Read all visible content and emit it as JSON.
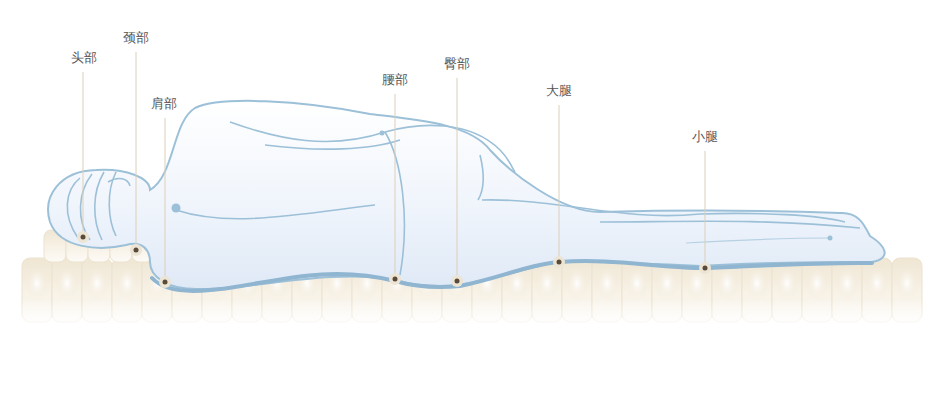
{
  "diagram": {
    "labels": [
      "头部",
      "颈部",
      "肩部",
      "腰部",
      "臀部",
      "大腿",
      "小腿"
    ]
  }
}
